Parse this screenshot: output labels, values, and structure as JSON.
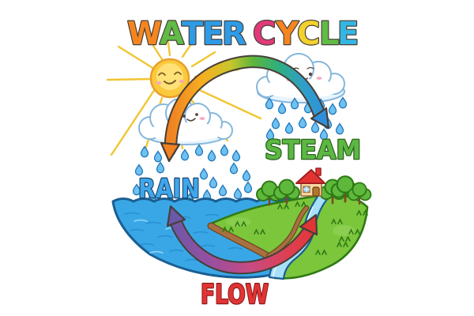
{
  "title": {
    "text": "WATER CYCLE",
    "letters": [
      {
        "ch": "W",
        "color": "#f5861f"
      },
      {
        "ch": "A",
        "color": "#61bb46"
      },
      {
        "ch": "T",
        "color": "#2e9be6"
      },
      {
        "ch": "E",
        "color": "#2e9be6"
      },
      {
        "ch": "R",
        "color": "#2e9be6"
      },
      {
        "ch": "C",
        "color": "#e13a7a"
      },
      {
        "ch": "Y",
        "color": "#f5861f"
      },
      {
        "ch": "C",
        "color": "#f2d12e"
      },
      {
        "ch": "L",
        "color": "#61bb46"
      },
      {
        "ch": "E",
        "color": "#35b6e2"
      }
    ]
  },
  "labels": {
    "rain": {
      "text": "RAIN",
      "color": "#3fa6ea",
      "outline": "#19456e"
    },
    "steam": {
      "text": "STEAM",
      "color": "#5cb743",
      "outline": "#2a641c"
    },
    "flow": {
      "text": "FLOW",
      "color": "#e23434",
      "outline": "#8a1a1a"
    }
  },
  "palette": {
    "background": "#ffffff",
    "sun_body": "#fbc93d",
    "sun_center": "#ffe178",
    "sun_ray": "#f2c531",
    "cloud_fill": "#ffffff",
    "cloud_outline": "#85b7dc",
    "raindrop_fill": "#6ec1f0",
    "raindrop_outline": "#2277bb",
    "water_fill": "#39a7e6",
    "water_outline": "#1a5e93",
    "land_fill": "#7cc63c",
    "land_outline": "#2f7a15",
    "river_fill": "#a8e0f8",
    "shore_brown": "#a9703f",
    "house_wall": "#f7d9a2",
    "house_roof": "#e33434",
    "house_door": "#b5762e",
    "house_window": "#8ecdf2",
    "tree_foliage": "#5eb83c",
    "tree_trunk": "#7a4c22",
    "top_arc": [
      "#f08222",
      "#f6ae20",
      "#c8c62c",
      "#5eb53c",
      "#2fae7e",
      "#2f9fc8",
      "#2f8fdd"
    ],
    "bottom_arc": [
      "#6a58a8",
      "#9b4f9e",
      "#c64b82",
      "#dd4054",
      "#e23636"
    ]
  }
}
